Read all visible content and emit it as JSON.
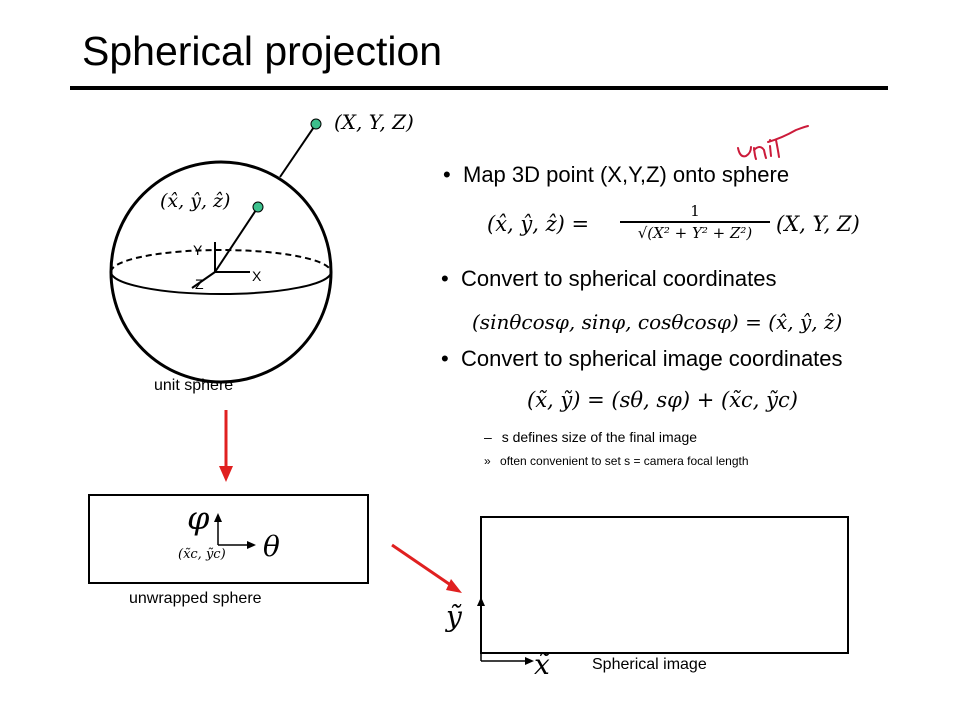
{
  "slide": {
    "title": "Spherical projection"
  },
  "sphere": {
    "label_point": "(X, Y, Z)",
    "label_unit_point": "(x̂, ŷ, ẑ)",
    "axis_y": "Y",
    "axis_x": "X",
    "axis_z": "Z",
    "caption": "unit sphere"
  },
  "handwriting": {
    "text": "unit",
    "color": "#cc1b3a"
  },
  "bullets": [
    {
      "text": "Map 3D point (X,Y,Z) onto sphere"
    },
    {
      "text": "Convert to spherical coordinates"
    },
    {
      "text": "Convert to spherical image coordinates"
    }
  ],
  "equations": {
    "eq1_lhs": "(x̂, ŷ, ẑ) =",
    "eq1_num": "1",
    "eq1_den": "√(X² + Y² + Z²)",
    "eq1_rhs": "(X, Y, Z)",
    "eq2": "(sinθcosφ, sinφ, cosθcosφ) = (x̂, ŷ, ẑ)",
    "eq3": "(x̃, ỹ) = (sθ, sφ) + (x̃c, ỹc)"
  },
  "subpoints": {
    "dash": "–",
    "level1": "s defines size of the final image",
    "chevron": "»",
    "level2": "often convenient to set s = camera focal length"
  },
  "unwrapped": {
    "phi": "φ",
    "theta": "θ",
    "center": "(x̃c, ỹc)",
    "caption": "unwrapped sphere"
  },
  "spherical_image": {
    "axis_y": "ỹ",
    "axis_x": "x̃",
    "caption": "Spherical image"
  },
  "colors": {
    "arrow_red": "#e02020",
    "point_green": "#3cc08c"
  }
}
